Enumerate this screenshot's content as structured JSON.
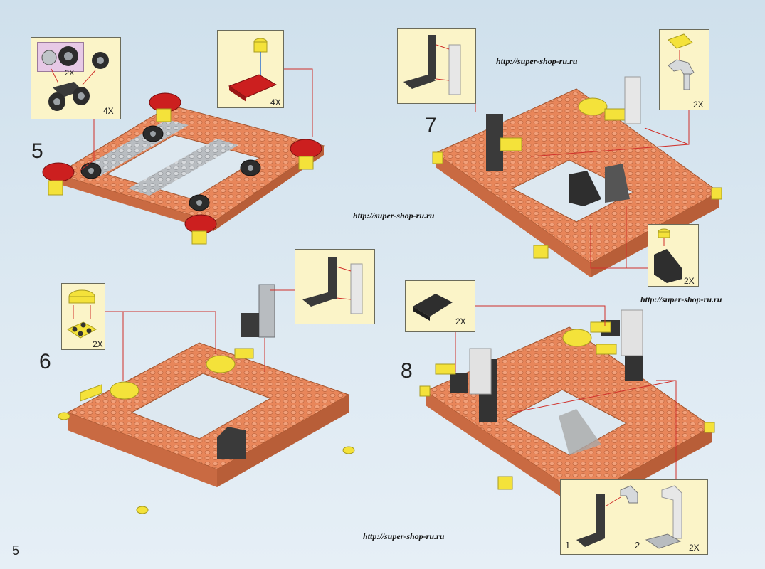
{
  "page": {
    "number": "5"
  },
  "steps": [
    {
      "number": "5",
      "callouts": [
        {
          "qty_sub": "2X",
          "qty": "4X"
        },
        {
          "qty": "4X"
        }
      ]
    },
    {
      "number": "6",
      "callouts": [
        {
          "qty": "2X"
        }
      ]
    },
    {
      "number": "7",
      "callouts": [
        {
          "qty": "2X"
        },
        {
          "qty": "2X"
        }
      ]
    },
    {
      "number": "8",
      "callouts": [
        {
          "qty": "2X"
        },
        {
          "label1": "1",
          "label2": "2",
          "qty": "2X"
        }
      ]
    }
  ],
  "watermarks": [
    "http://super-shop-ru.ru",
    "http://super-shop-ru.ru",
    "http://super-shop-ru.ru",
    "http://super-shop-ru.ru"
  ],
  "colors": {
    "background": "#dbe7f1",
    "base_plate": "#e8865a",
    "callout_bg": "#fbf4c8",
    "pointer_line": "#d0302a",
    "yellow_part": "#f4e23a",
    "red_part": "#cc1f1f",
    "dark_part": "#3a3a3a",
    "grey_part": "#b8bcc0"
  }
}
